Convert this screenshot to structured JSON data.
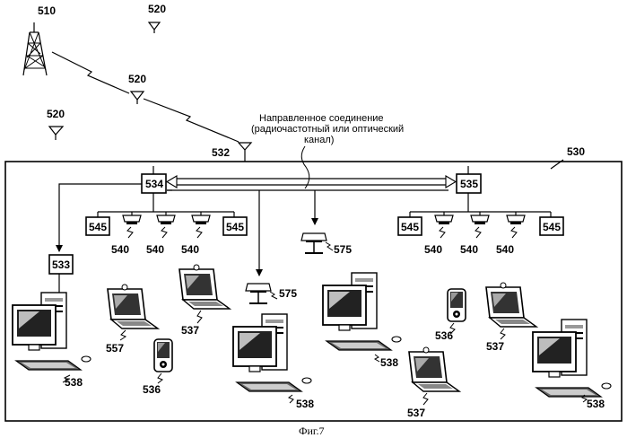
{
  "labels": {
    "tower": "510",
    "antenna_top": "520",
    "antenna_mid": "520",
    "antenna_left": "520",
    "network": "530",
    "link_point": "532",
    "controller_left": "534",
    "controller_right": "535",
    "server": "533",
    "box_545": "545",
    "light_540": "540",
    "lamp_575": "575",
    "pc_538": "538",
    "laptop_537": "537",
    "laptop_557": "557",
    "pda_536": "536"
  },
  "annotation": {
    "line1": "Направленное соединение",
    "line2": "(радиочастотный или оптический",
    "line3": "канал)"
  },
  "caption": "Фиг.7"
}
